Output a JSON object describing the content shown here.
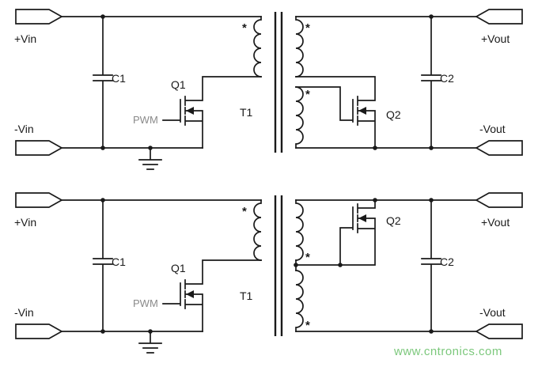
{
  "watermark": {
    "text": "www.cntronics.com",
    "color": "#7cc87c"
  },
  "colors": {
    "wire": "#1a1a1a",
    "background": "#ffffff",
    "pwm_label": "#8a8a8a"
  },
  "circuits": [
    {
      "id": "top",
      "labels": {
        "vin_pos": "+Vin",
        "vin_neg": "-Vin",
        "c1": "C1",
        "q1": "Q1",
        "pwm": "PWM",
        "t1": "T1",
        "q2": "Q2",
        "c2": "C2",
        "vout_pos": "+Vout",
        "vout_neg": "-Vout",
        "dot": "*"
      }
    },
    {
      "id": "bottom",
      "labels": {
        "vin_pos": "+Vin",
        "vin_neg": "-Vin",
        "c1": "C1",
        "q1": "Q1",
        "pwm": "PWM",
        "t1": "T1",
        "q2": "Q2",
        "c2": "C2",
        "vout_pos": "+Vout",
        "vout_neg": "-Vout",
        "dot": "*"
      }
    }
  ]
}
